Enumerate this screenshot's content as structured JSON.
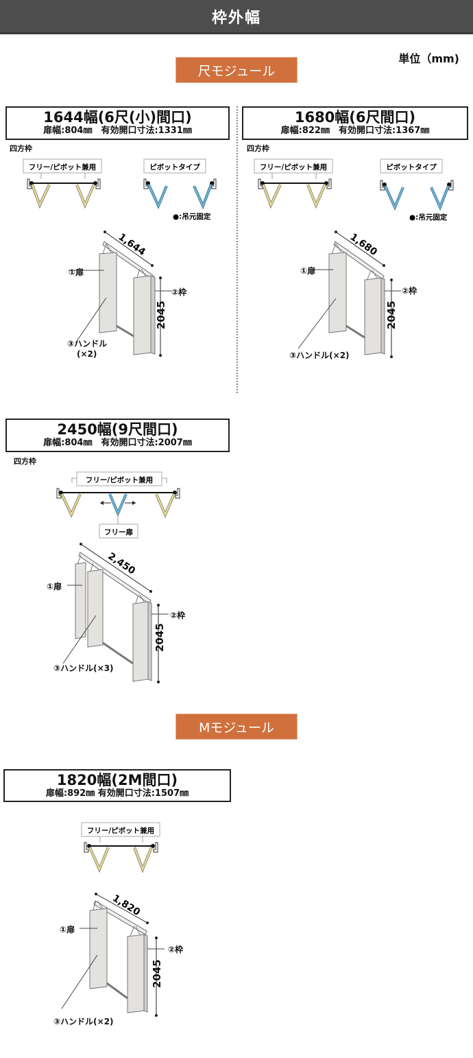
{
  "header": {
    "title": "枠外幅"
  },
  "unit_label": "単位（mm)",
  "modules": [
    {
      "label": "尺モジュール",
      "color": "#d0703c"
    },
    {
      "label": "Mモジュール",
      "color": "#d0703c"
    }
  ],
  "common": {
    "frame_type": "四方枠",
    "free_pivot_label": "フリー/ピボット兼用",
    "pivot_type_label": "ピボットタイプ",
    "pivot_fixed_note": "●:吊元固定",
    "free_door_label": "フリー扉",
    "door_label": "①扉",
    "frame_label": "②枠",
    "height_dim": "2045",
    "free_color": "#e8dc8c",
    "pivot_color": "#6fb3d6"
  },
  "units": [
    {
      "title": "1644幅(6尺(小)間口)",
      "specs": "扉幅:804㎜　有効開口寸法:1331㎜",
      "width_dim": "1,644",
      "handle_label": "③ハンドル",
      "handle_count": "(×2)"
    },
    {
      "title": "1680幅(6尺間口)",
      "specs": "扉幅:822㎜　有効開口寸法:1367㎜",
      "width_dim": "1,680",
      "handle_label": "③ハンドル(×2)"
    },
    {
      "title": "2450幅(9尺間口)",
      "specs": "扉幅:804㎜　有効開口寸法:2007㎜",
      "width_dim": "2,450",
      "handle_label": "③ハンドル(×3)"
    },
    {
      "title": "1820幅(2M間口)",
      "specs": "扉幅:892㎜ 有効開口寸法:1507㎜",
      "width_dim": "1,820",
      "handle_label": "③ハンドル(×2)"
    }
  ]
}
